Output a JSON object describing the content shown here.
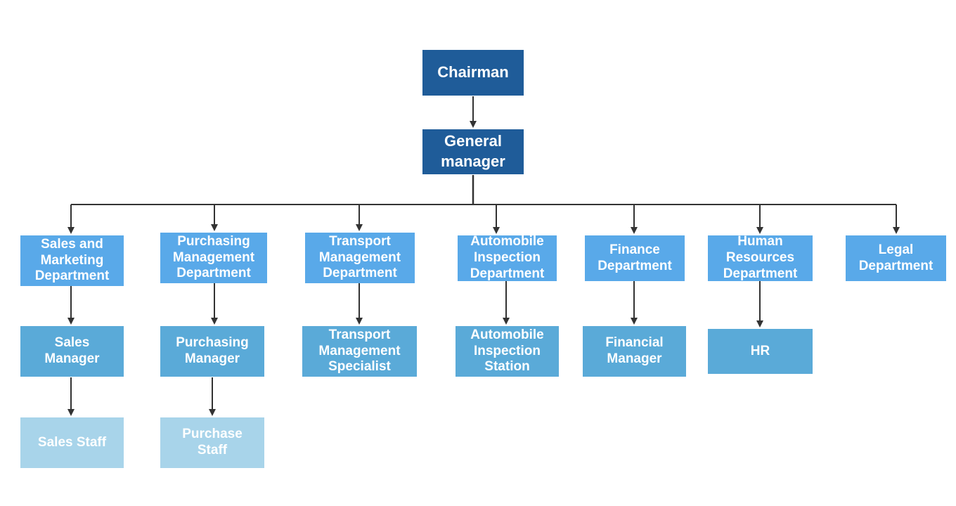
{
  "chart": {
    "root": "Chairman",
    "general_manager": "General\nmanager",
    "departments": [
      "Sales and\nMarketing\nDepartment",
      "Purchasing\nManagement\nDepartment",
      "Transport\nManagement\nDepartment",
      "Automobile\nInspection\nDepartment",
      "Finance\nDepartment",
      "Human\nResources\nDepartment",
      "Legal\nDepartment"
    ],
    "managers": [
      "Sales\nManager",
      "Purchasing\nManager",
      "Transport\nManagement\nSpecialist",
      "Automobile\nInspection\nStation",
      "Financial\nManager",
      "HR"
    ],
    "staff": [
      "Sales Staff",
      "Purchase\nStaff"
    ]
  },
  "colors": {
    "top_level": "#1f5c99",
    "department": "#59a9e9",
    "manager": "#5aaad8",
    "staff": "#a8d4ea",
    "connector": "#333333"
  }
}
